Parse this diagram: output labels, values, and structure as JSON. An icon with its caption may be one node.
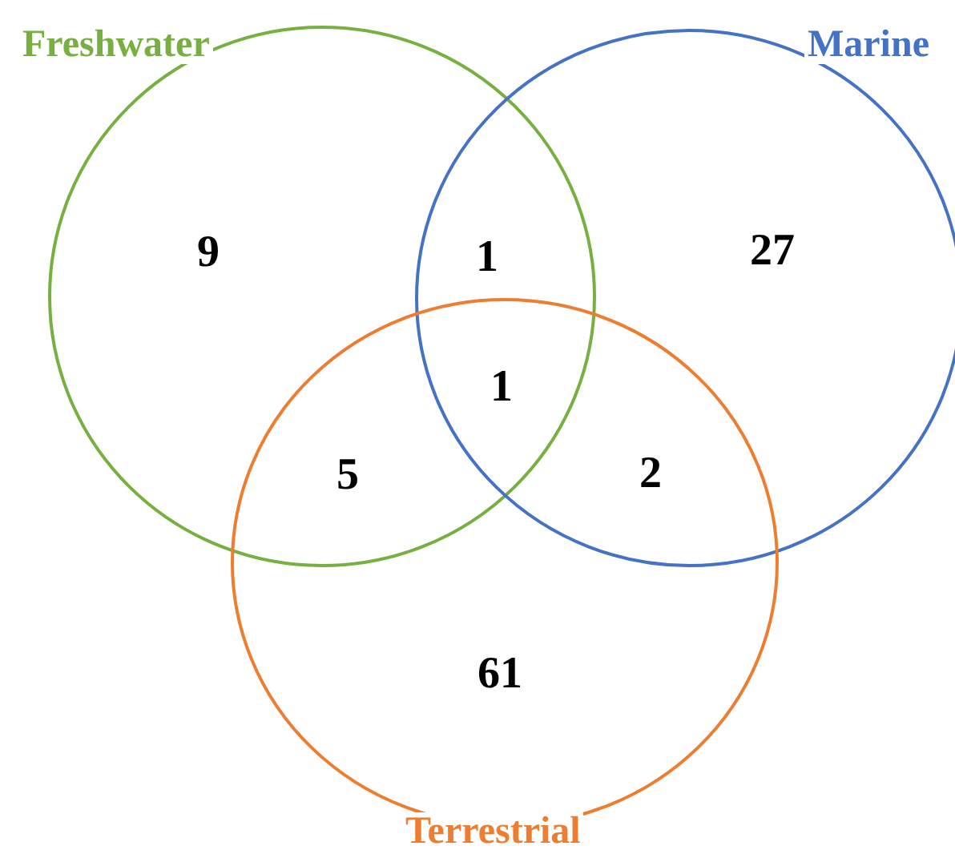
{
  "diagram": {
    "nodes": [
      {
        "text": [
          "Freshwater"
        ]
      },
      {
        "text": [
          "Marine"
        ]
      },
      {
        "text": [
          "Terrestrial"
        ]
      }
    ],
    "labels": [
      "9",
      "1",
      "27",
      "1",
      "5",
      "2",
      "61"
    ]
  }
}
